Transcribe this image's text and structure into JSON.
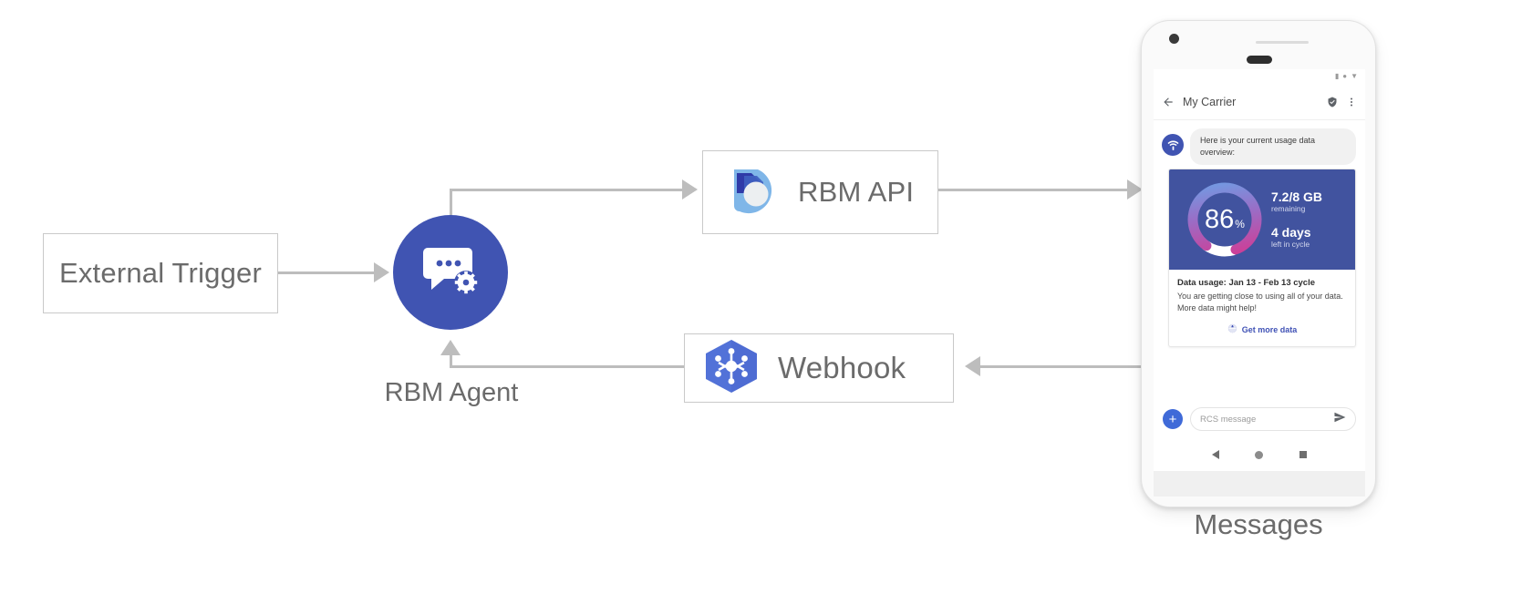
{
  "diagram": {
    "external_trigger": {
      "label": "External Trigger"
    },
    "agent": {
      "caption": "RBM Agent",
      "icon": "chat-gear-icon",
      "color": "#4054b2"
    },
    "rbm_api": {
      "label": "RBM API",
      "icon": "rbm-api-logo-icon"
    },
    "webhook": {
      "label": "Webhook",
      "icon": "cloud-functions-hexagon-icon"
    },
    "device_caption": "Messages"
  },
  "phone": {
    "statusbar": {
      "icons": [
        "signal-icon",
        "wifi-icon",
        "battery-icon"
      ]
    },
    "appbar": {
      "back_icon": "back-arrow-icon",
      "title": "My Carrier",
      "verified_icon": "verified-shield-icon",
      "overflow_icon": "more-vertical-icon"
    },
    "conversation": {
      "avatar_icon": "carrier-wifi-avatar-icon",
      "incoming_message": "Here is your current usage data overview:",
      "card": {
        "gauge": {
          "value": 86,
          "unit": "%",
          "used_fraction": 0.86,
          "gradient": [
            "#6aa3e8",
            "#8f72c8",
            "#d33a8e"
          ],
          "track_color": "#ffffff",
          "background": "#41539f"
        },
        "stats": [
          {
            "value": "7.2/8 GB",
            "caption": "remaining"
          },
          {
            "value": "4 days",
            "caption": "left in cycle"
          }
        ],
        "title": "Data usage: Jan 13 - Feb 13 cycle",
        "description_line1": "You are getting close to using all of your data.",
        "description_line2": "More data might help!",
        "action": {
          "icon": "globe-icon",
          "label": "Get more data",
          "color": "#3f51b5"
        }
      }
    },
    "composer": {
      "add_icon": "plus-icon",
      "placeholder": "RCS message",
      "send_icon": "send-icon"
    },
    "navbar": {
      "back": "nav-back-icon",
      "home": "nav-home-icon",
      "recents": "nav-recents-icon"
    }
  }
}
